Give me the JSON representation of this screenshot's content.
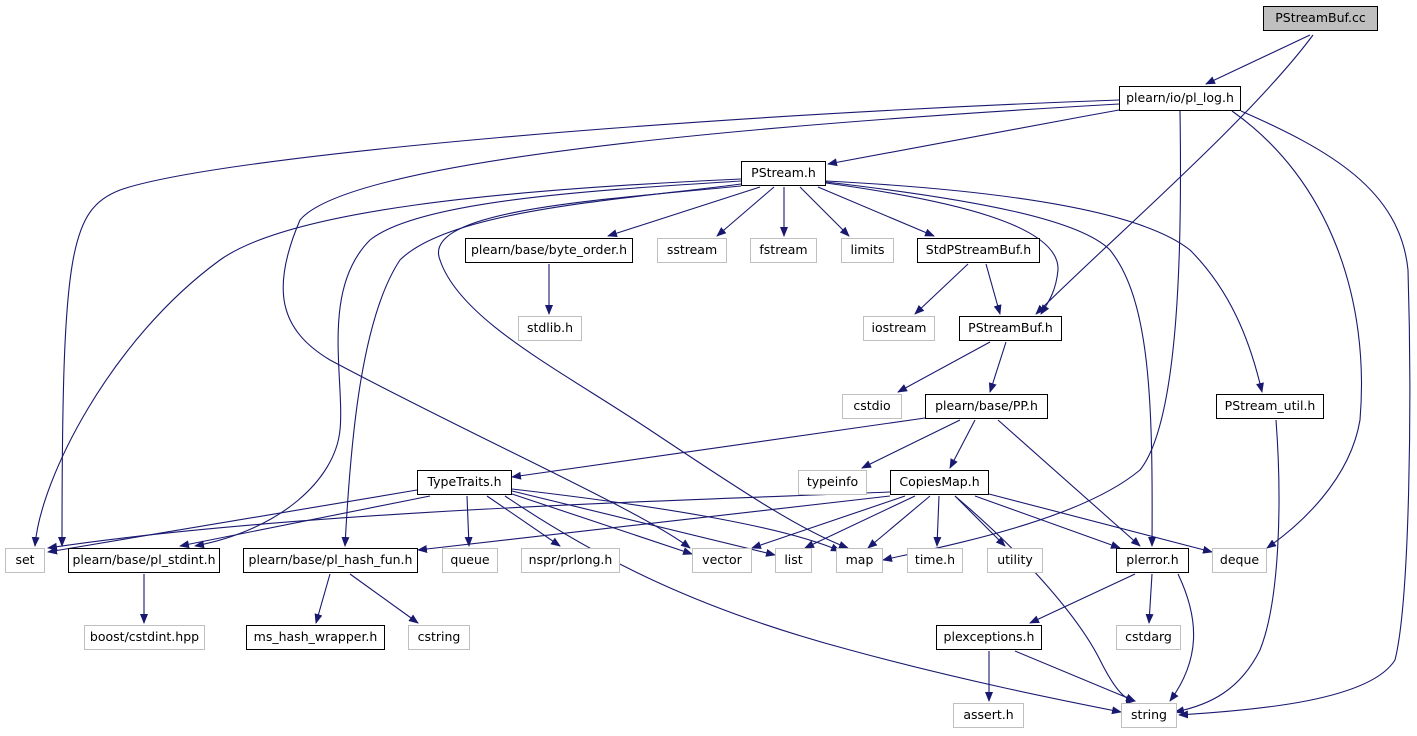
{
  "colors": {
    "edge": "#191970",
    "root_fill": "#bfbfbf",
    "internal_border": "#000000",
    "external_border": "#bfbfbf",
    "background": "#ffffff"
  },
  "nodes": {
    "PStreamBuf_cc": "PStreamBuf.cc",
    "pl_log_h": "plearn/io/pl_log.h",
    "PStream_h": "PStream.h",
    "byte_order_h": "plearn/base/byte_order.h",
    "sstream": "sstream",
    "fstream": "fstream",
    "limits": "limits",
    "StdPStreamBuf_h": "StdPStreamBuf.h",
    "stdlib_h": "stdlib.h",
    "iostream": "iostream",
    "PStreamBuf_h": "PStreamBuf.h",
    "cstdio": "cstdio",
    "PP_h": "plearn/base/PP.h",
    "PStream_util_h": "PStream_util.h",
    "typeinfo": "typeinfo",
    "TypeTraits_h": "TypeTraits.h",
    "CopiesMap_h": "CopiesMap.h",
    "set": "set",
    "pl_stdint_h": "plearn/base/pl_stdint.h",
    "pl_hash_fun_h": "plearn/base/pl_hash_fun.h",
    "queue": "queue",
    "prlong_h": "nspr/prlong.h",
    "vector": "vector",
    "list": "list",
    "map": "map",
    "time_h": "time.h",
    "utility": "utility",
    "plerror_h": "plerror.h",
    "deque": "deque",
    "cstdint_hpp": "boost/cstdint.hpp",
    "ms_hash_wrapper_h": "ms_hash_wrapper.h",
    "cstring": "cstring",
    "plexceptions_h": "plexceptions.h",
    "cstdarg": "cstdarg",
    "assert_h": "assert.h",
    "string": "string"
  }
}
